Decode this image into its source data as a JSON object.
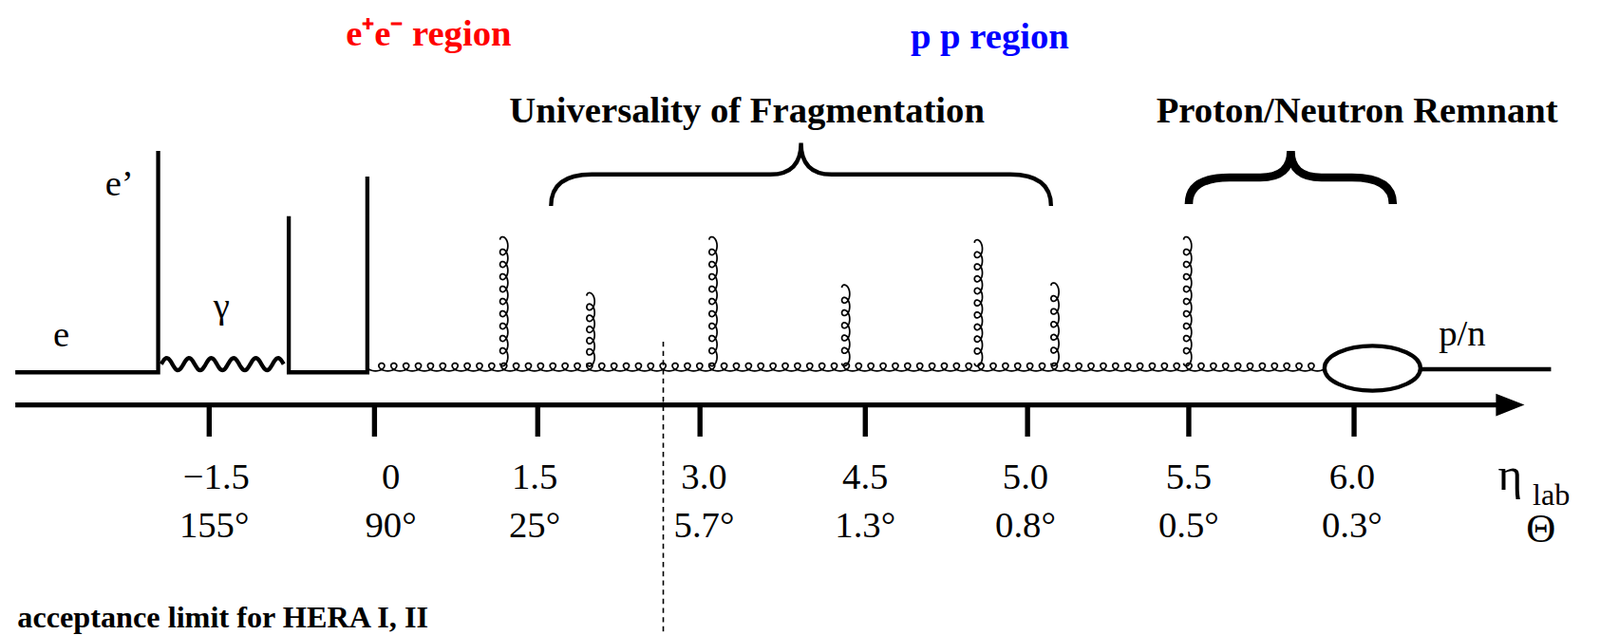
{
  "diagram": {
    "labels": [
      "e⁺e⁻ region",
      "p p region",
      "Universality of Fragmentation",
      "Proton/Neutron Remnant",
      "e’",
      "γ",
      "e",
      "p/n",
      "−1.5",
      "0",
      "1.5",
      "3.0",
      "4.5",
      "5.0",
      "5.5",
      "6.0",
      "η",
      "lab",
      "155°",
      "90°",
      "25°",
      "5.7°",
      "1.3°",
      "0.8°",
      "0.5°",
      "0.3°",
      "Θ",
      "acceptance limit for HERA I, II"
    ]
  }
}
